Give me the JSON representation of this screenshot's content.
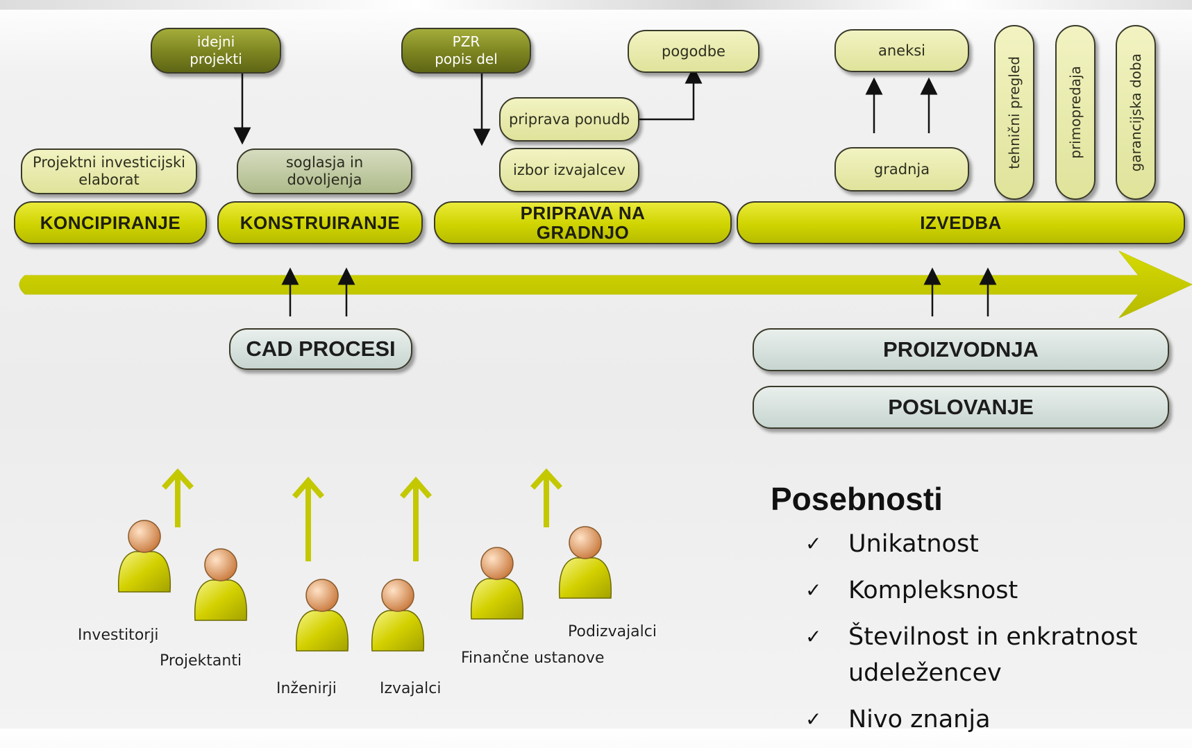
{
  "top_boxes": {
    "idejni_projekti": "idejni\nprojekti",
    "pzr": "PZR\npopis del",
    "pogodbe": "pogodbe",
    "aneksi": "aneksi",
    "priprava_ponudb": "priprava ponudb",
    "izbor_izvajalcev": "izbor izvajalcev",
    "gradnja": "gradnja",
    "elaborat": "Projektni investicijski\nelaborat",
    "soglasja": "soglasja in\ndovoljenja"
  },
  "vertical_boxes": [
    "tehnični pregled",
    "primopredaja",
    "garancijska doba"
  ],
  "phases": [
    "KONCIPIRANJE",
    "KONSTRUIRANJE",
    "PRIPRAVA NA\nGRADNJO",
    "IZVEDBA"
  ],
  "processes": {
    "cad": "CAD PROCESI",
    "proizvodnja": "PROIZVODNJA",
    "poslovanje": "POSLOVANJE"
  },
  "participants": [
    "Investitorji",
    "Projektanti",
    "Inženirji",
    "Izvajalci",
    "Finančne ustanove",
    "Podizvajalci"
  ],
  "posebnosti": {
    "title": "Posebnosti",
    "items": [
      "Unikatnost",
      "Kompleksnost",
      "Številnost in enkratnost udeležencev",
      "Nivo znanja"
    ],
    "check": "✓"
  },
  "colors": {
    "accent": "#c9ce00",
    "olive": "#7b8320",
    "pale": "#e6e9a6",
    "gray": "#d5e0dc"
  }
}
